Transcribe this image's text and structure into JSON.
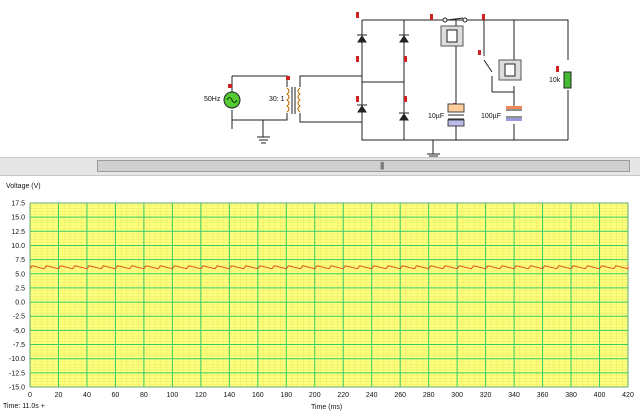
{
  "circuit": {
    "source_label": "50Hz",
    "transformer_label": "30: 1",
    "cap1_label": "10µF",
    "cap2_label": "100µF",
    "resistor_label": "10k"
  },
  "graph": {
    "y_axis_title": "Voltage (V)",
    "x_axis_title": "Time (ms)",
    "time_readout_label": "Time:",
    "time_readout_value": "11.0s +",
    "colors": {
      "plot_background": "#ffff80",
      "minor_grid": "#e8e860",
      "major_grid": "#33cc66",
      "trace": "#e05020"
    }
  },
  "chart_data": {
    "type": "line",
    "xlabel": "Time (ms)",
    "ylabel": "Voltage (V)",
    "xlim": [
      0,
      420
    ],
    "ylim": [
      -15,
      17.5
    ],
    "x_ticks": [
      0,
      20,
      40,
      60,
      80,
      100,
      120,
      140,
      160,
      180,
      200,
      220,
      240,
      260,
      280,
      300,
      320,
      340,
      360,
      380,
      400,
      420
    ],
    "y_ticks": [
      "17.5",
      "15.0",
      "12.5",
      "10.0",
      "7.5",
      "5.0",
      "2.5",
      "0.0",
      "-2.5",
      "-5.0",
      "-7.5",
      "-10.0",
      "-12.5",
      "-15.0"
    ],
    "series": [
      {
        "ripple_period_ms": 10,
        "peak": 6.4,
        "trough": 5.9
      }
    ],
    "grid": true
  }
}
